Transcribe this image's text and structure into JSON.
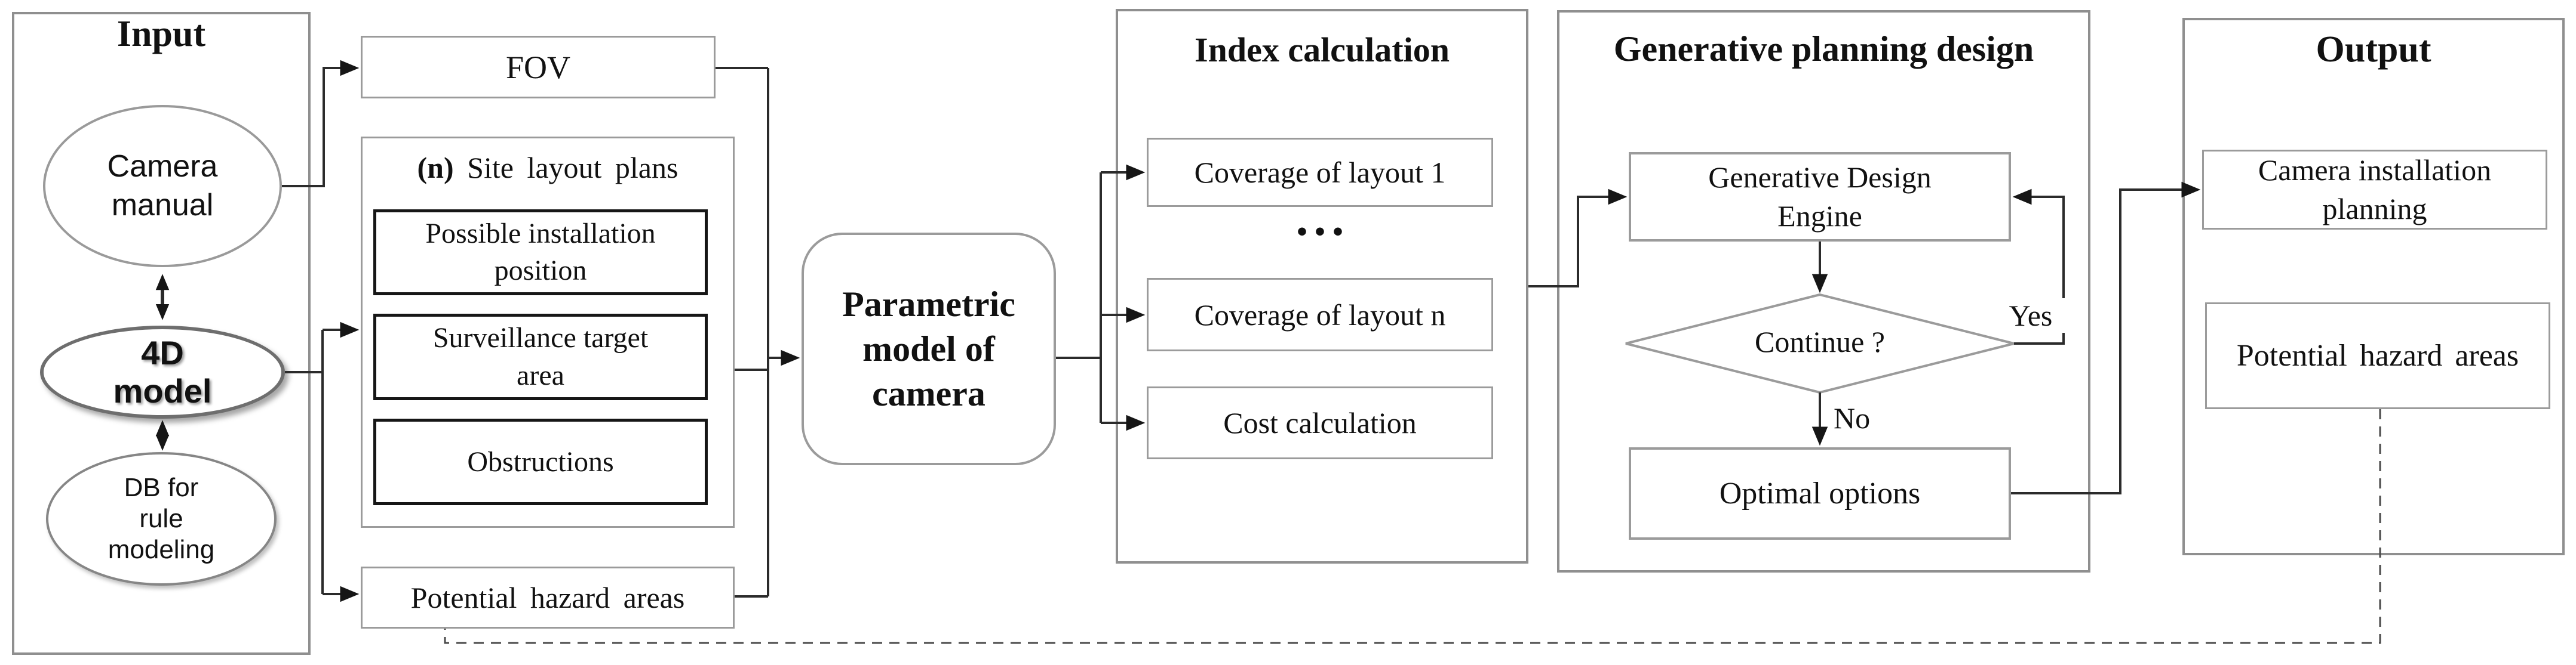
{
  "input": {
    "title": "Input",
    "camera_manual": "Camera manual",
    "model_4d": "4D model",
    "db_rule": "DB for rule modeling"
  },
  "middle": {
    "fov": "FOV",
    "site_plans_prefix": "(n)",
    "site_plans_title": "Site layout plans",
    "site_plans_items": [
      "Possible installation position",
      "Surveillance target area",
      "Obstructions"
    ],
    "potential_hazard": "Potential hazard areas"
  },
  "parametric": {
    "label": "Parametric model of camera"
  },
  "index_calc": {
    "title": "Index calculation",
    "items": [
      "Coverage of layout 1",
      "Coverage of layout n",
      "Cost calculation"
    ],
    "ellipsis": "• • •"
  },
  "generative": {
    "title": "Generative planning design",
    "engine": "Generative Design Engine",
    "decision": "Continue ?",
    "yes": "Yes",
    "no": "No",
    "optimal": "Optimal options"
  },
  "output": {
    "title": "Output",
    "camera_planning": "Camera installation planning",
    "potential_hazard": "Potential hazard areas"
  },
  "colors": {
    "panel_border": "#8f8f8f",
    "box_border": "#9b9b9b",
    "black_box_border": "#161616",
    "line": "#2b2b2b",
    "dashed_line": "#4a4a4a",
    "text": "#111111",
    "background": "#ffffff"
  }
}
